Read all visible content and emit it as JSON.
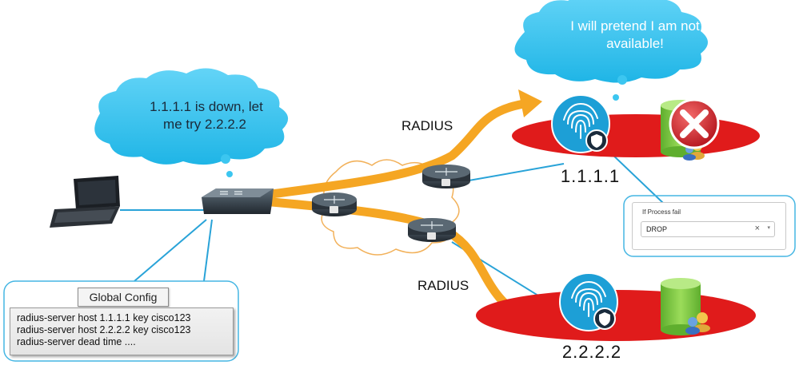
{
  "clouds": {
    "left_thought": "1.1.1.1 is down, let me try 2.2.2.2",
    "left_thought_lines": [
      "1.1.1.1 is down, let",
      "me try 2.2.2.2"
    ],
    "right_thought": "I will pretend I am not available!",
    "right_thought_lines": [
      "I will pretend I am not",
      "available!"
    ]
  },
  "links": {
    "top_protocol": "RADIUS",
    "bottom_protocol": "RADIUS"
  },
  "servers": {
    "primary_ip": "1.1.1.1",
    "secondary_ip": "2.2.2.2",
    "primary_status_icon": "red-x-failure-icon"
  },
  "global_config": {
    "title": "Global Config",
    "lines": [
      "radius-server host 1.1.1.1 key cisco123",
      "radius-server host 2.2.2.2 key cisco123",
      "radius-server dead time ...."
    ]
  },
  "process_fail_panel": {
    "label": "If Process fail",
    "selected": "DROP",
    "clear_glyph": "×",
    "caret_glyph": "▾"
  },
  "icons": {
    "laptop": "laptop-icon",
    "switch": "switch-icon",
    "router": "router-icon",
    "ise": "fingerprint-ise-icon",
    "database": "database-icon",
    "users": "users-icon"
  },
  "colors": {
    "cloud_fill": "#3cc6f0",
    "arrow": "#f5a623",
    "link_line": "#29a3d8",
    "server_ellipse": "#e01b1b",
    "ise_circle": "#1d9fd6",
    "database": "#7ac943",
    "x_icon": "#d8262d"
  }
}
